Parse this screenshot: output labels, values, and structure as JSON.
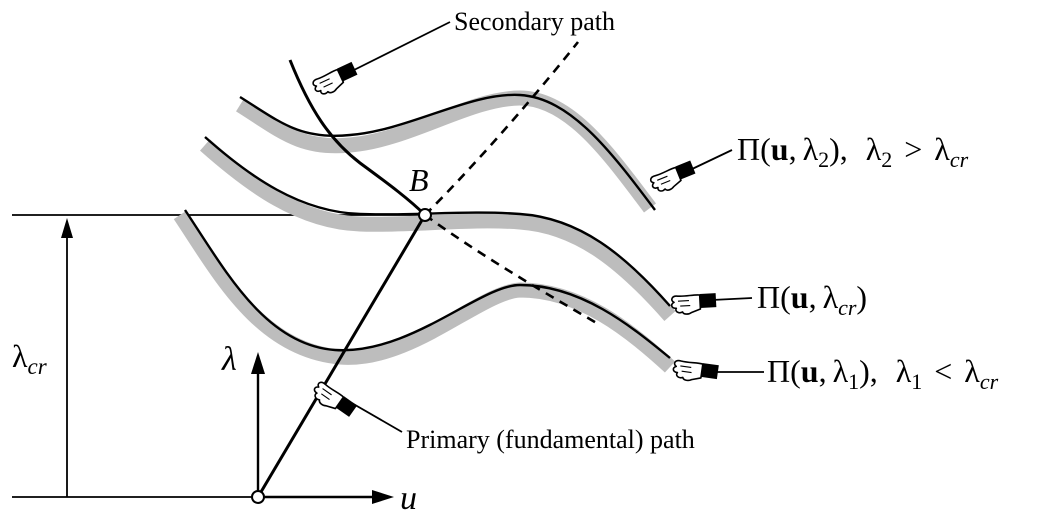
{
  "labels": {
    "secondary_path": "Secondary path",
    "primary_path": "Primary (fundamental) path",
    "bifurcation_point": "B",
    "lambda_axis": "λ",
    "u_axis": "u",
    "lambda_cr": {
      "sym": "λ",
      "sub": "cr"
    }
  },
  "energy_curves": [
    {
      "id": "lambda2",
      "pi": "Π",
      "open": "(",
      "u": "u",
      "comma": ",",
      "lam": "λ",
      "lam_sub": "2",
      "close": "),",
      "cond_lam": "λ",
      "cond_sub": "2",
      "cond_op": ">",
      "cond_rhs": "λ",
      "cond_rhs_sub": "cr"
    },
    {
      "id": "lambdacr",
      "pi": "Π",
      "open": "(",
      "u": "u",
      "comma": ",",
      "lam": "λ",
      "lam_sub": "cr",
      "close": ")"
    },
    {
      "id": "lambda1",
      "pi": "Π",
      "open": "(",
      "u": "u",
      "comma": ",",
      "lam": "λ",
      "lam_sub": "1",
      "close": "),",
      "cond_lam": "λ",
      "cond_sub": "1",
      "cond_op": "<",
      "cond_rhs": "λ",
      "cond_rhs_sub": "cr"
    }
  ],
  "icons": [
    "pointing-hand-icon"
  ],
  "colors": {
    "band": "#bdbdbd",
    "line": "#000000"
  }
}
